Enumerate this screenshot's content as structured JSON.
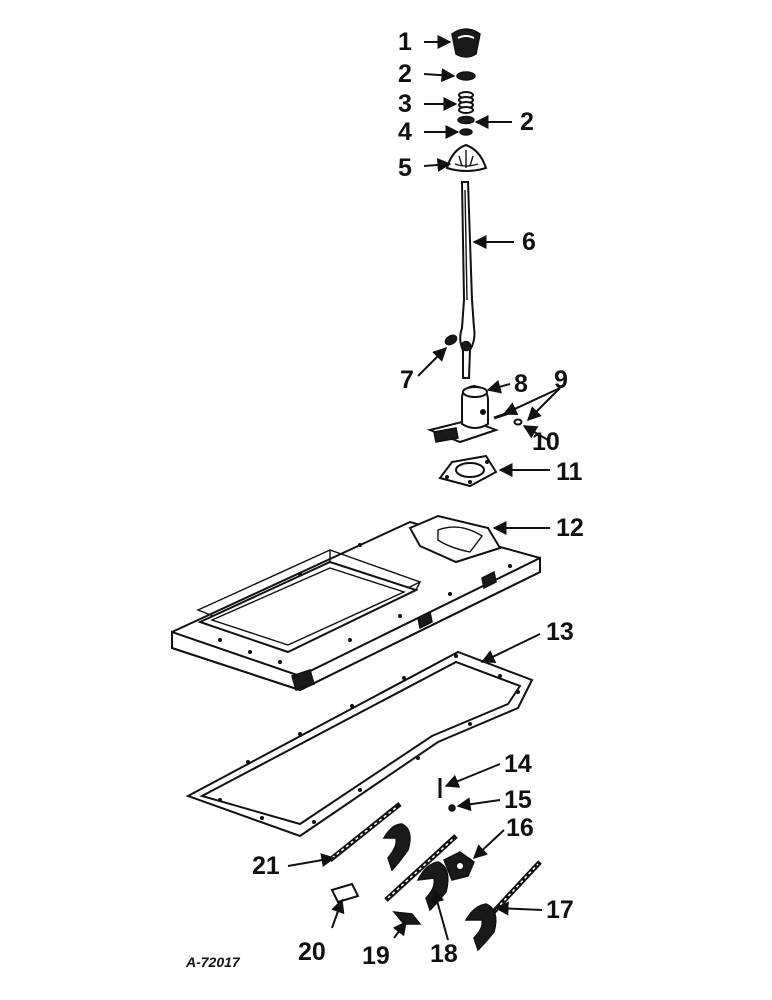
{
  "reference_code": "A-72017",
  "callouts": {
    "c1": "1",
    "c2a": "2",
    "c2b": "2",
    "c3": "3",
    "c4": "4",
    "c5": "5",
    "c6": "6",
    "c7": "7",
    "c8": "8",
    "c9": "9",
    "c10": "10",
    "c11": "11",
    "c12": "12",
    "c13": "13",
    "c14": "14",
    "c15": "15",
    "c16": "16",
    "c17": "17",
    "c18": "18",
    "c19": "19",
    "c20": "20",
    "c21": "21"
  },
  "colors": {
    "ink": "#111111",
    "paper": "#ffffff"
  }
}
